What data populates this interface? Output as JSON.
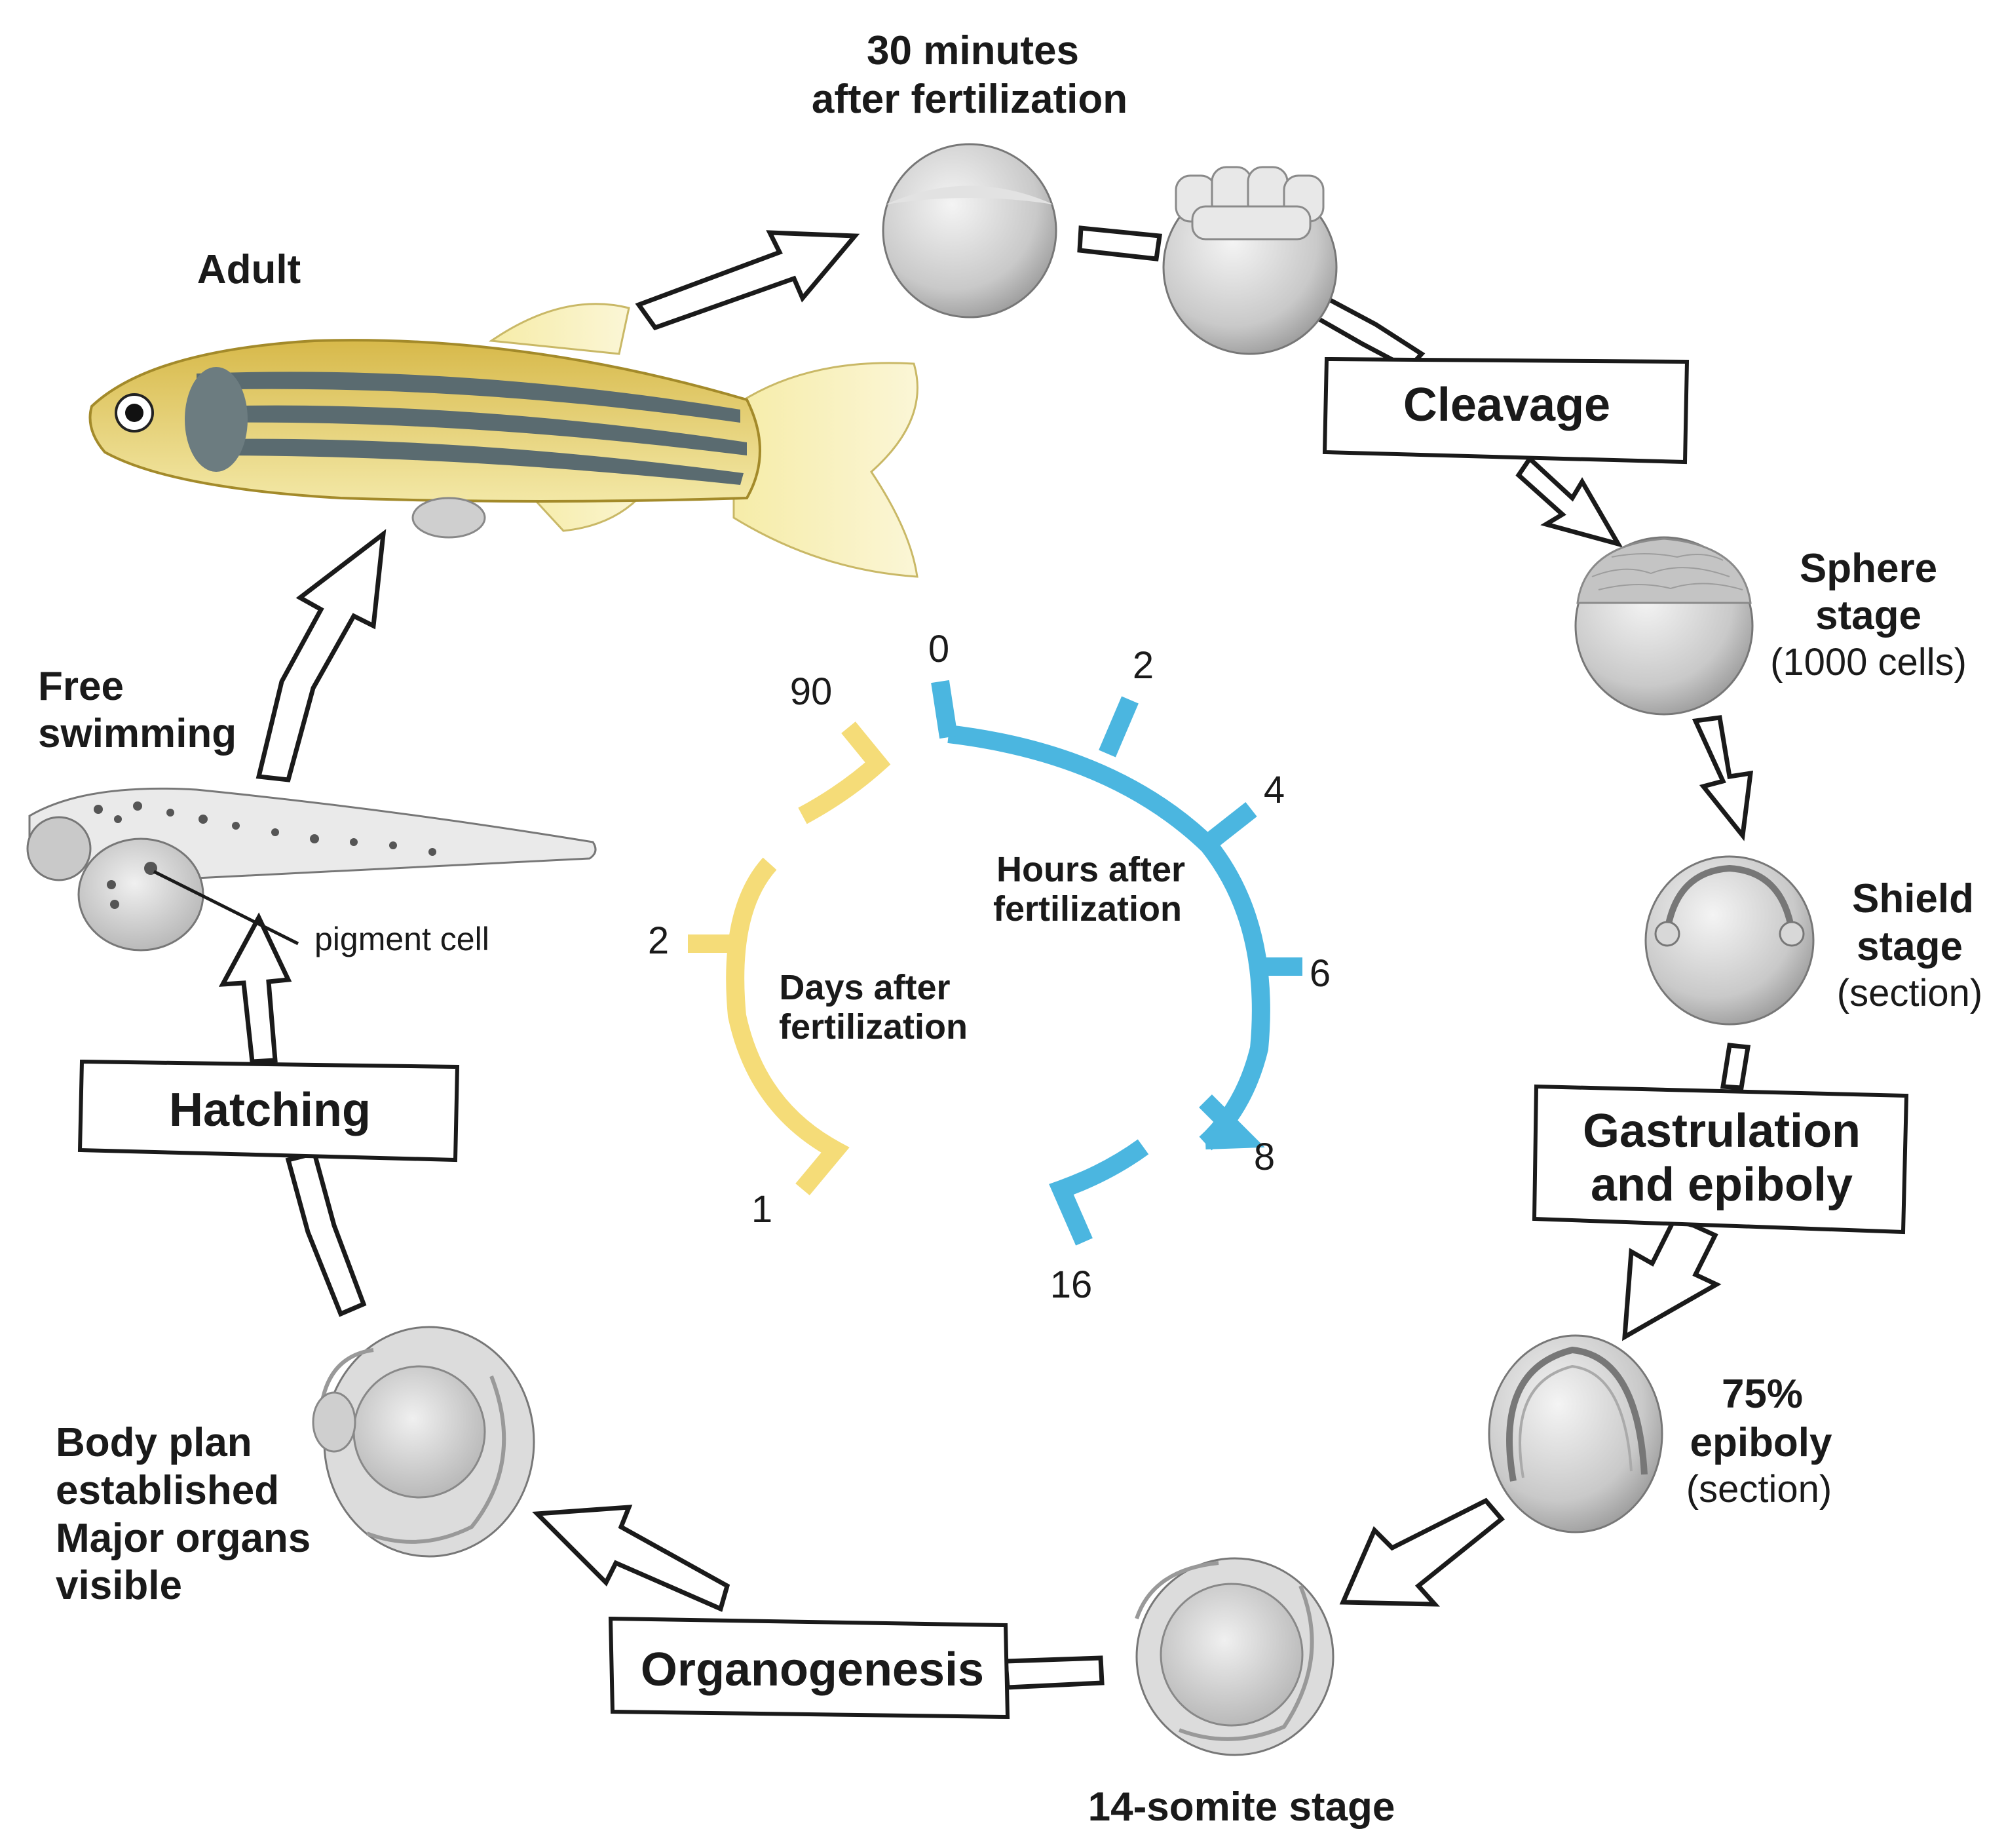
{
  "stages": {
    "fertilization": [
      "30 minutes",
      "after fertilization"
    ],
    "sphere": [
      "Sphere",
      "stage",
      "(1000 cells)"
    ],
    "shield": [
      "Shield",
      "stage",
      "(section)"
    ],
    "epiboly75": [
      "75%",
      "epiboly",
      "(section)"
    ],
    "somite14": "14-somite stage",
    "bodyplan": [
      "Body plan",
      "established",
      "Major organs",
      "visible"
    ],
    "freeswim": [
      "Free",
      "swimming"
    ],
    "pigment": "pigment cell",
    "adult": "Adult"
  },
  "processes": {
    "cleavage": "Cleavage",
    "gastrulation": [
      "Gastrulation",
      "and epiboly"
    ],
    "organogenesis": "Organogenesis",
    "hatching": "Hatching"
  },
  "clock": {
    "hours_label": [
      "Hours after",
      "fertilization"
    ],
    "days_label": [
      "Days after",
      "fertilization"
    ],
    "hour_ticks": [
      "0",
      "2",
      "4",
      "6",
      "8",
      "16"
    ],
    "day_ticks": [
      "1",
      "2",
      "90"
    ],
    "hours_color": "#4bb6e0",
    "days_color": "#f5dc78"
  }
}
